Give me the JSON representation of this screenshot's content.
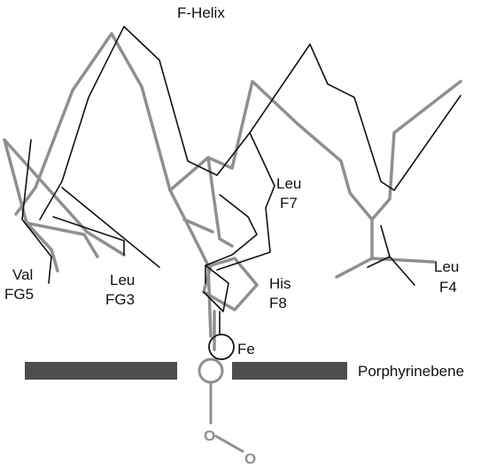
{
  "labels": {
    "title": "F-Helix",
    "leu_f7_a": "Leu",
    "leu_f7_b": "F7",
    "val_fg5_a": "Val",
    "val_fg5_b": "FG5",
    "leu_fg3_a": "Leu",
    "leu_fg3_b": "FG3",
    "his_f8_a": "His",
    "his_f8_b": "F8",
    "leu_f4_a": "Leu",
    "leu_f4_b": "F4",
    "fe": "Fe",
    "porphyrin": "Porphyrinebene",
    "oxygen_1": "O",
    "oxygen_2": "O"
  },
  "colors": {
    "dark_trace": "#111111",
    "gray_trace": "#8f8f8f",
    "plane": "#4d4d4d",
    "text": "#111111"
  }
}
